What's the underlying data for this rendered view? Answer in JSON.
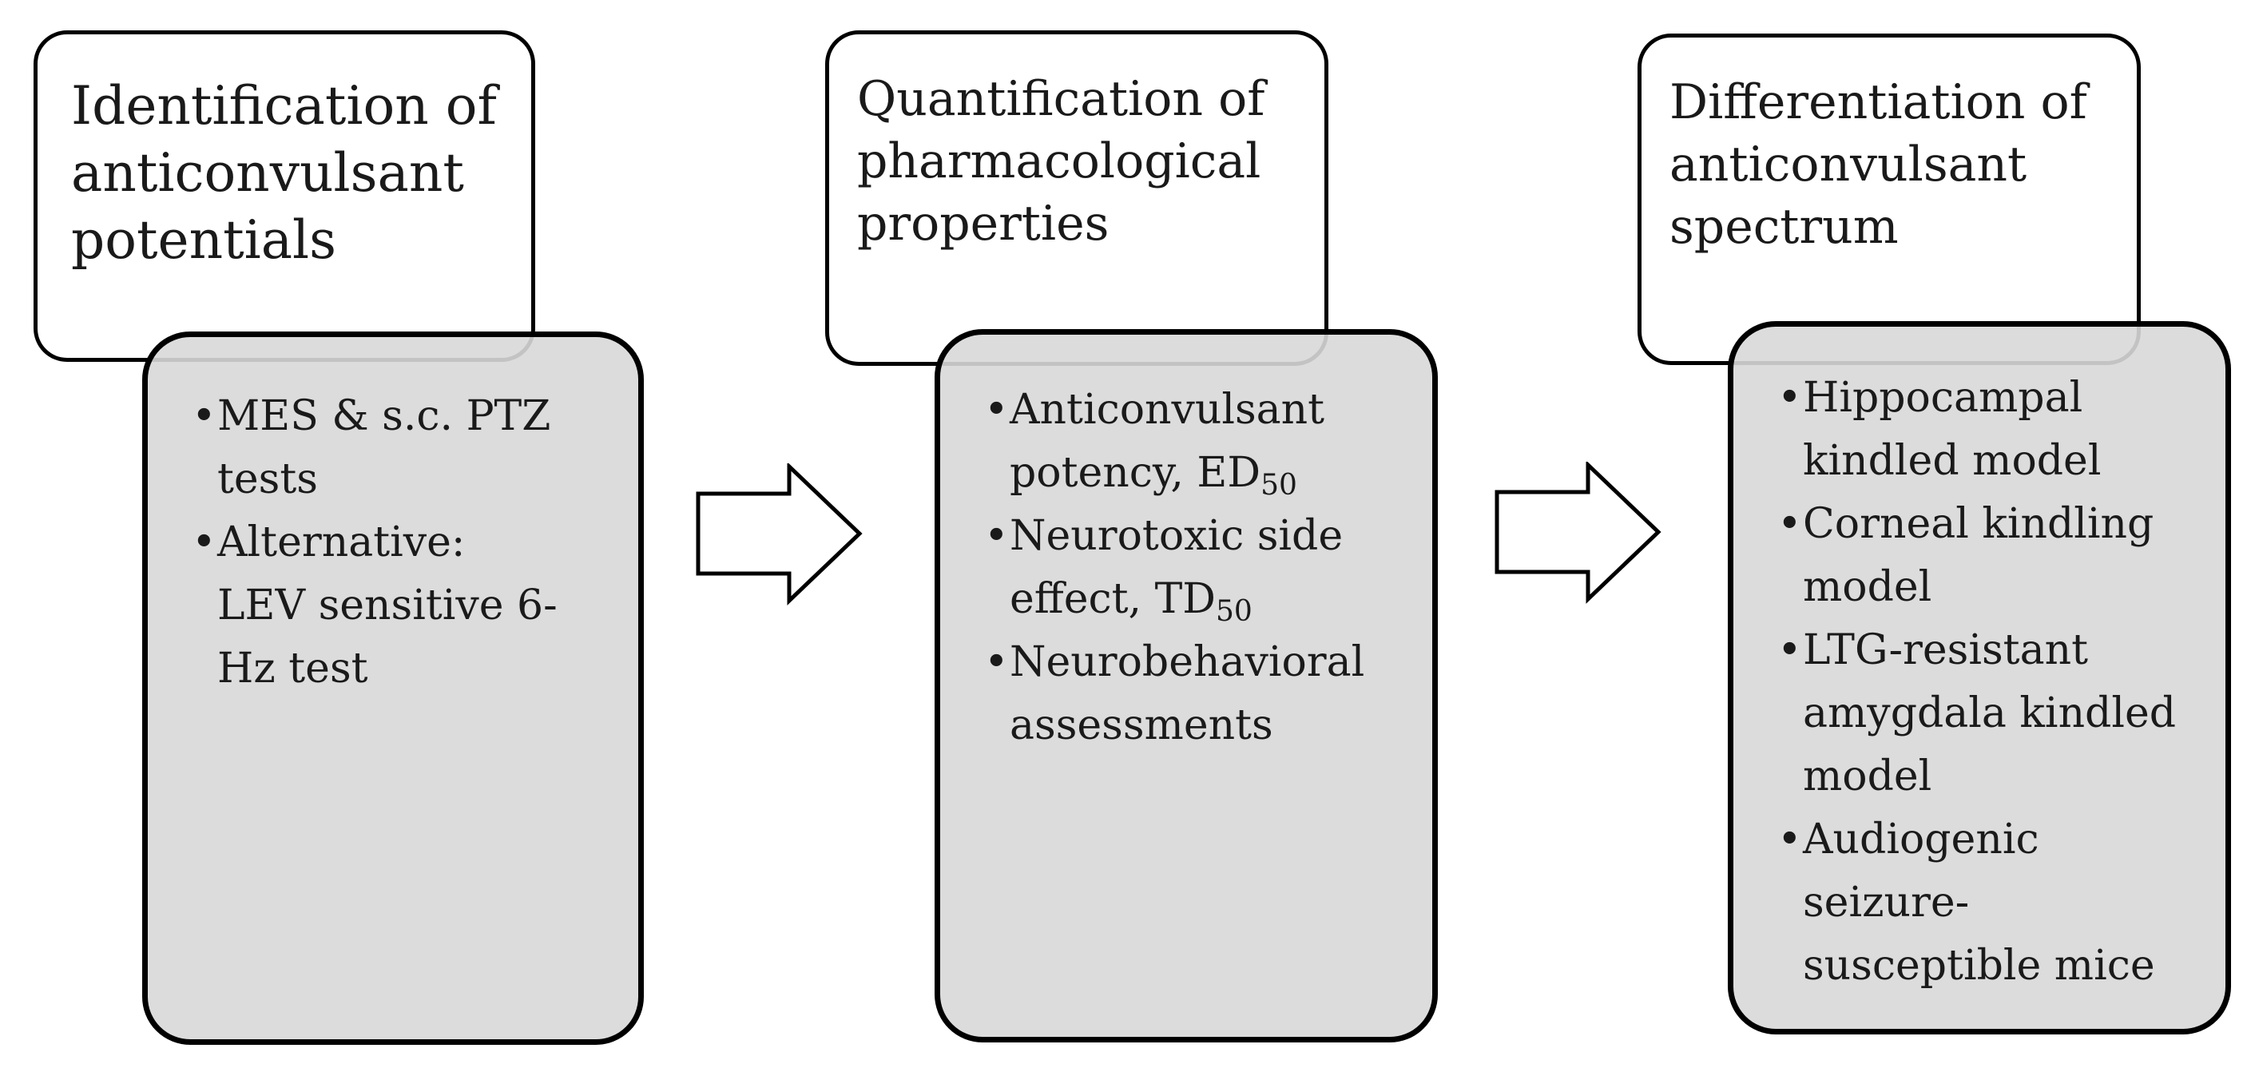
{
  "columns": [
    {
      "heading": "Identification of\nanticonvulsant\npotentials",
      "bullets": [
        {
          "text": "MES & s.c. PTZ\ntests",
          "sub": "",
          "after": ""
        },
        {
          "text": "Alternative:\nLEV sensitive 6-\nHz test",
          "sub": "",
          "after": ""
        }
      ]
    },
    {
      "heading": "Quantification of\npharmacological\nproperties",
      "bullets": [
        {
          "text": "Anticonvulsant\npotency, ED",
          "sub": "50",
          "after": ""
        },
        {
          "text": "Neurotoxic side\neffect, TD",
          "sub": "50",
          "after": ""
        },
        {
          "text": "Neurobehavioral\nassessments",
          "sub": "",
          "after": ""
        }
      ]
    },
    {
      "heading": "Differentiation of\nanticonvulsant\nspectrum",
      "bullets": [
        {
          "text": "Hippocampal\nkindled model",
          "sub": "",
          "after": ""
        },
        {
          "text": "Corneal kindling\nmodel",
          "sub": "",
          "after": ""
        },
        {
          "text": "LTG-resistant\namygdala kindled\nmodel",
          "sub": "",
          "after": ""
        },
        {
          "text": "Audiogenic\nseizure-\nsusceptible mice",
          "sub": "",
          "after": ""
        }
      ]
    }
  ],
  "bullet_glyph": "•",
  "colors": {
    "body_fill": "#d8d8d8",
    "head_fill": "#ffffff",
    "border": "#000000",
    "text": "#1a1a1a"
  },
  "icons": {
    "arrow": "right-arrow-outline-icon"
  }
}
